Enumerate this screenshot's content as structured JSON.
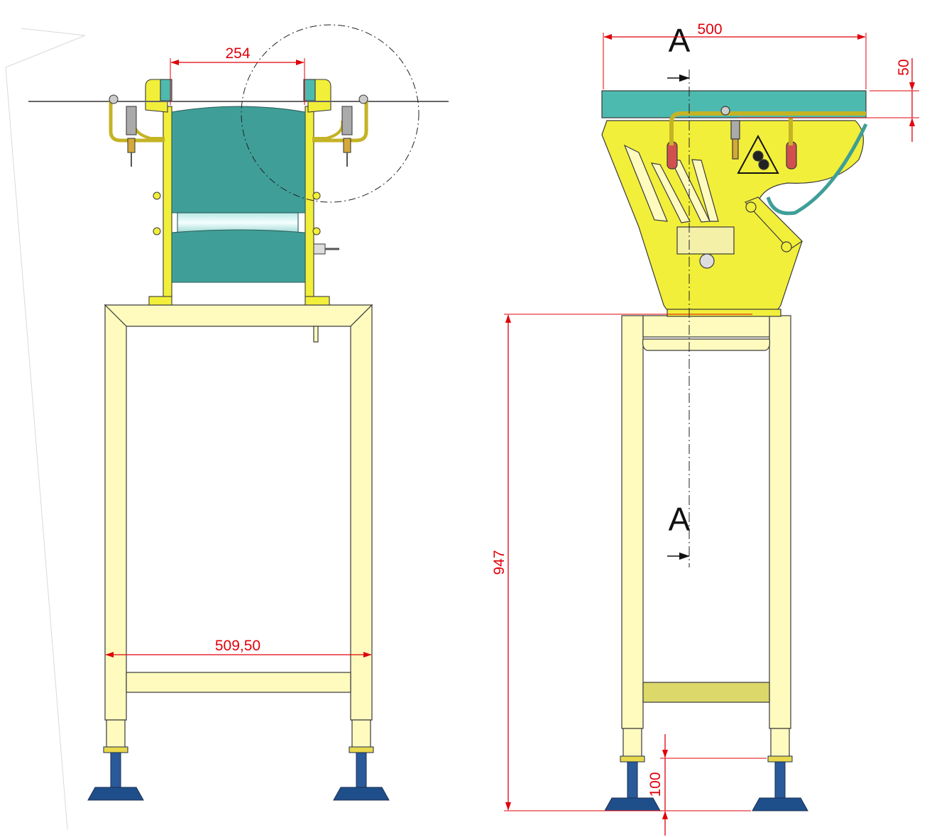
{
  "dimensions": {
    "roller_spacing": "254",
    "frame_width": "509,50",
    "overall_width": "500",
    "top_offset": "50",
    "overall_height": "947",
    "foot_adjust": "100"
  },
  "section": {
    "label_top": "A",
    "label_bottom": "A"
  },
  "colors": {
    "dimension": "#e0000a",
    "frame": "#fffbbf",
    "frame_edge": "#3a3a3a",
    "machine_body": "#f2ef3a",
    "belt": "#3f9e98",
    "belt_top": "#4dbab0",
    "foot": "#1f4f8a",
    "handle_red": "#d05050"
  }
}
